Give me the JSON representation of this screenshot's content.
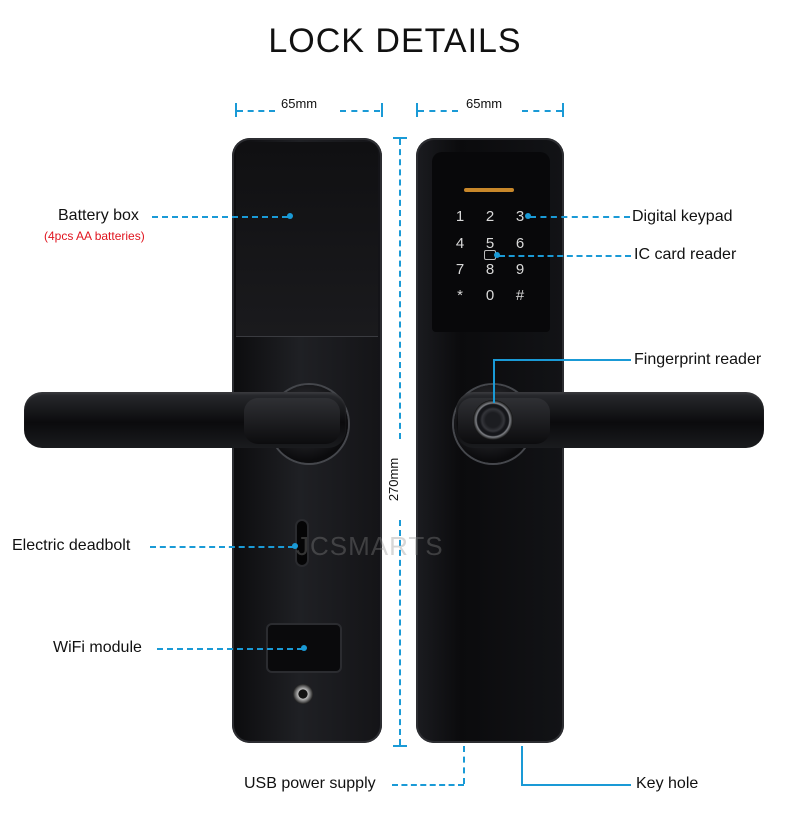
{
  "title": "LOCK DETAILS",
  "dimensions": {
    "width_left": "65mm",
    "width_right": "65mm",
    "height": "270mm"
  },
  "labels": {
    "battery_box": "Battery box",
    "battery_note": "(4pcs AA batteries)",
    "digital_keypad": "Digital keypad",
    "ic_card_reader": "IC card reader",
    "fingerprint_reader": "Fingerprint reader",
    "electric_deadbolt": "Electric deadbolt",
    "wifi_module": "WiFi module",
    "usb_power_supply": "USB power supply",
    "key_hole": "Key hole"
  },
  "keypad": {
    "keys": [
      "1",
      "2",
      "3",
      "4",
      "5",
      "6",
      "7",
      "8",
      "9",
      "*",
      "0",
      "#"
    ]
  },
  "watermark": "JCSMARTS",
  "colors": {
    "accent": "#1a9ad6",
    "note_red": "#e0141e",
    "indicator_amber": "#c8872a"
  }
}
